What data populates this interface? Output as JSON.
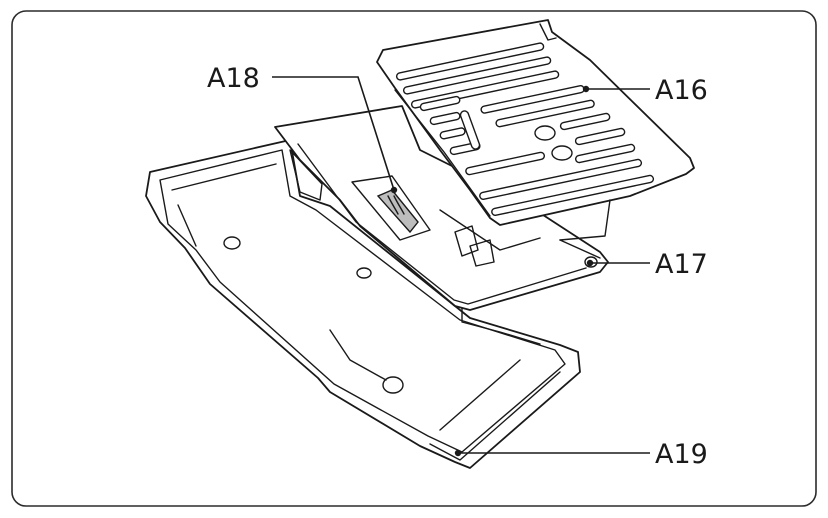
{
  "labels": {
    "a16": "A16",
    "a17": "A17",
    "a18": "A18",
    "a19": "A19"
  },
  "colors": {
    "line": "#1a1a1a",
    "frame": "#2b2b2b",
    "latch": "#bdbdbd",
    "background": "#ffffff"
  }
}
